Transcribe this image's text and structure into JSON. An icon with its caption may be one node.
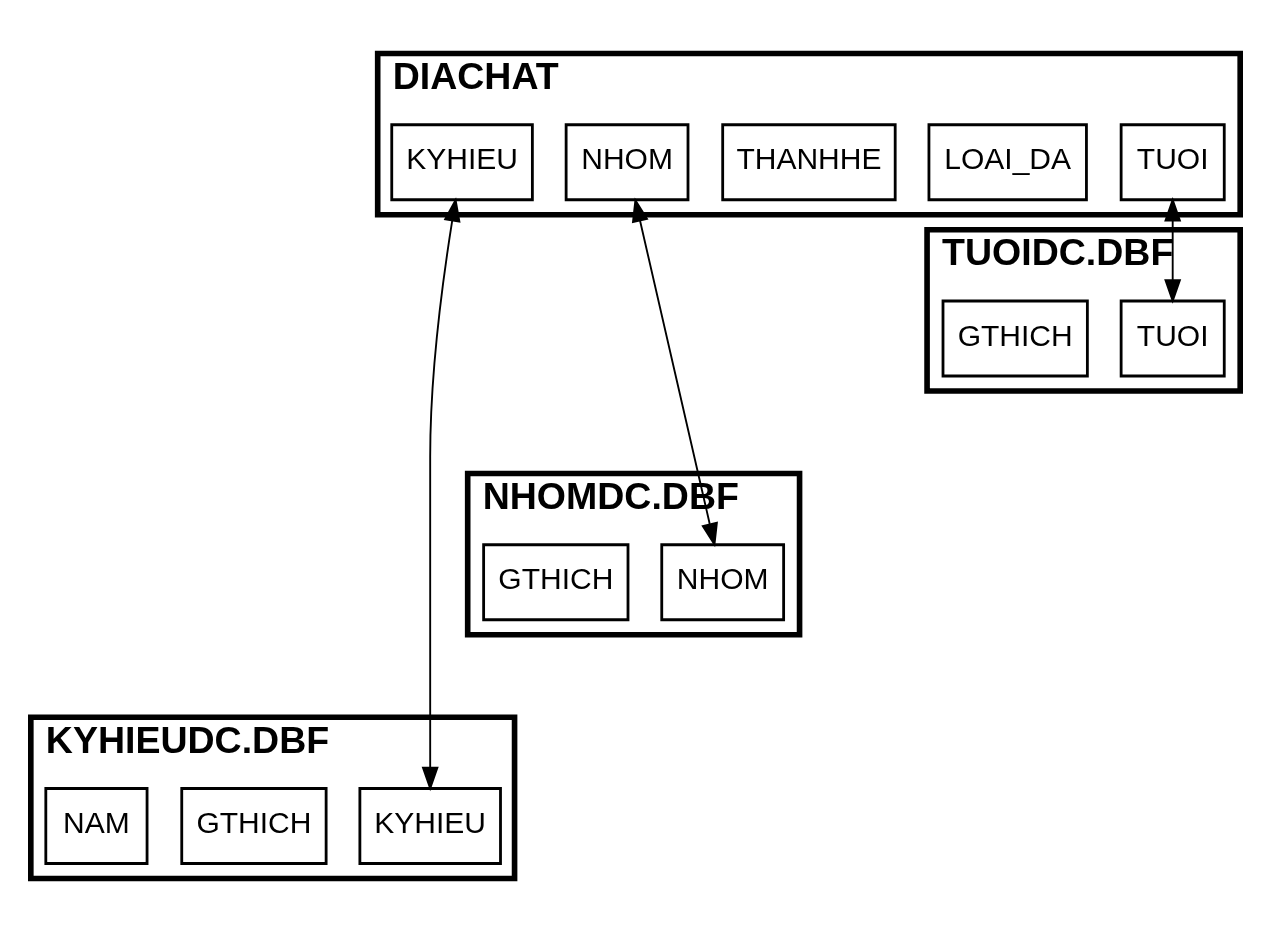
{
  "diagram": {
    "nodes": [
      {
        "text": [
          "DIACHAT"
        ]
      },
      {
        "text": [
          "KYHIEU"
        ],
        "in": 0
      },
      {
        "text": [
          "LOAI_DA"
        ],
        "in": 0
      },
      {
        "text": [
          "THANHHE"
        ],
        "in": 0
      },
      {
        "text": [
          "NHOM"
        ],
        "in": 0
      },
      {
        "text": [
          "TUOI"
        ],
        "in": 0
      },
      {
        "text": [
          "TUOIDC.DBF"
        ]
      },
      {
        "text": [
          "TUOI"
        ],
        "in": 6
      },
      {
        "text": [
          "GTHICH"
        ],
        "in": 6
      },
      {
        "text": [
          "NHOMDC.DBF"
        ]
      },
      {
        "text": [
          "NHOM"
        ],
        "in": 9
      },
      {
        "text": [
          "GTHICH"
        ],
        "in": 9
      },
      {
        "text": [
          "KYHIEUDC.DBF"
        ]
      },
      {
        "text": [
          "KYHIEU"
        ],
        "in": 12
      },
      {
        "text": [
          "GTHICH"
        ],
        "in": 12
      },
      {
        "text": [
          "NAM"
        ],
        "in": 12
      }
    ],
    "edges": [
      {
        "from": 5,
        "to": 7,
        "arrow": "both"
      },
      {
        "from": 4,
        "to": 10,
        "arrow": "both"
      },
      {
        "from": 1,
        "to": 13,
        "arrow": "both"
      }
    ]
  }
}
